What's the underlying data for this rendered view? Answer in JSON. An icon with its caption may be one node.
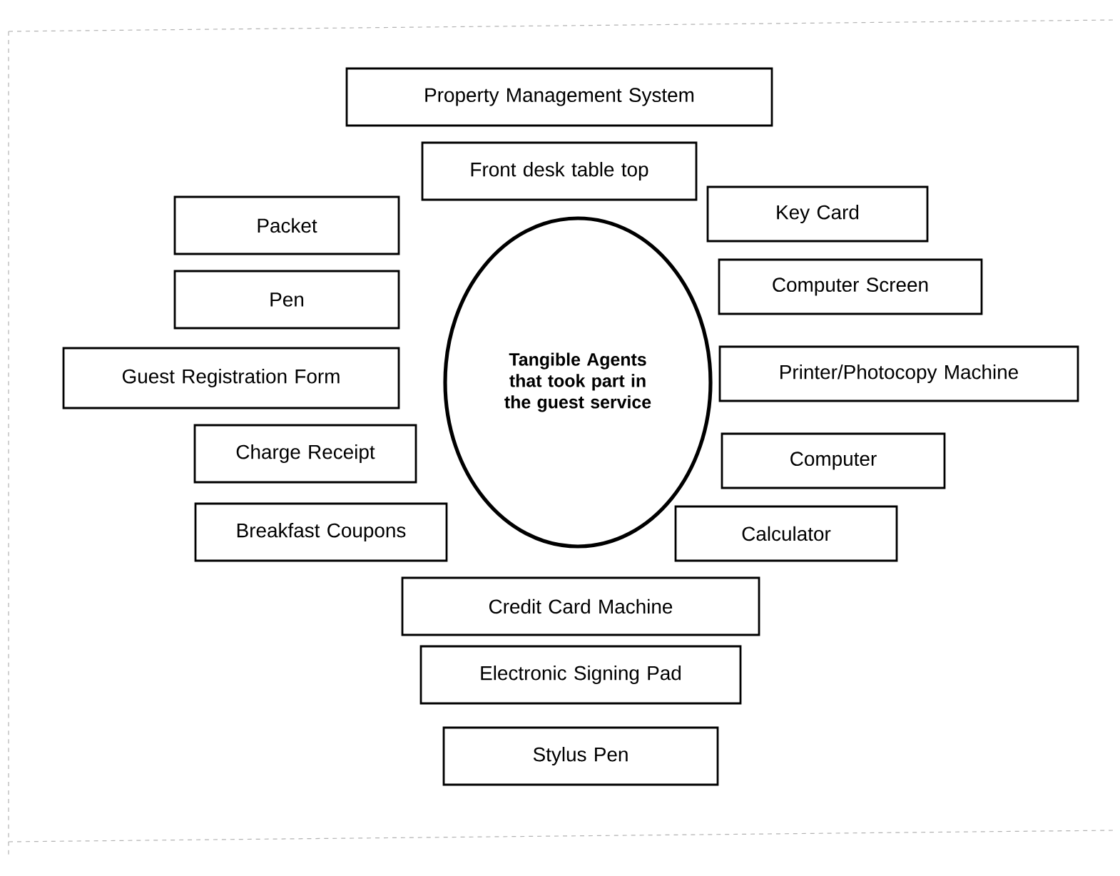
{
  "diagram": {
    "nodes": [
      {
        "text": [
          "Property Management System"
        ]
      },
      {
        "text": [
          "Front desk table top"
        ]
      },
      {
        "text": [
          "Packet"
        ]
      },
      {
        "text": [
          "Key Card"
        ]
      },
      {
        "text": [
          "Pen"
        ]
      },
      {
        "text": [
          "Computer Screen"
        ]
      },
      {
        "text": [
          "Tangible Agents that took part in the guest service"
        ]
      },
      {
        "text": [
          "Guest Registration Form"
        ]
      },
      {
        "text": [
          "Printer/Photocopy Machine"
        ]
      },
      {
        "text": [
          "Charge Receipt"
        ]
      },
      {
        "text": [
          "Computer"
        ]
      },
      {
        "text": [
          "Breakfast Coupons"
        ]
      },
      {
        "text": [
          "Calculator"
        ]
      },
      {
        "text": [
          "Credit Card Machine"
        ]
      },
      {
        "text": [
          "Electronic Signing Pad"
        ]
      },
      {
        "text": [
          "Stylus Pen"
        ]
      }
    ]
  }
}
